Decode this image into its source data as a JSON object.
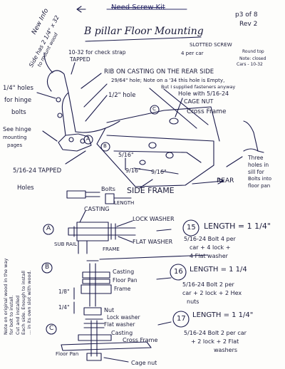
{
  "header": {
    "struck": "Need Screw Kit",
    "page": "p3 of 8",
    "rev": "Rev 2",
    "title": "B pillar   Floor Mounting",
    "new_info": "New Info",
    "side_has": "Side has 2 1/4\" x 32",
    "to_wood": "to mount wood"
  },
  "upper_notes": {
    "check_strap": "10-32 for check strap",
    "tapped": "TAPPED",
    "slotted": "SLOTTED SCREW",
    "round": "Round top",
    "per_car": "4 per car",
    "closed": "Note: closed",
    "cars": "Cars - 10-32",
    "rib": "RIB ON CASTING  ON THE REAR SIDE",
    "hole_note_a": "29/64\" hole; Note on a '34 this hole is Empty,",
    "hole_note_b": "But I supplied fasteners anyway",
    "half_hole": "1/2\" hole",
    "cage_hole_a": "Hole with 5/16-24",
    "cage_hole_b": "CAGE NUT",
    "cross_frame": "Cross Frame",
    "quarter_holes_a": "1/4\" holes",
    "quarter_holes_b": "for hinge",
    "quarter_holes_c": "bolts",
    "hinge_a": "See hinge",
    "hinge_b": "mounting",
    "hinge_c": "pages",
    "three_holes_a": "Three",
    "three_holes_b": "holes in",
    "three_holes_c": "sill for",
    "three_holes_d": "Bolts into",
    "three_holes_e": "floor pan",
    "tapped_516_a": "5/16-24 TAPPED",
    "tapped_516_b": "Holes",
    "bolts": "Bolts",
    "length": "LENGTH",
    "side_frame": "SIDE FRAME",
    "rear": "REAR",
    "dim_516": "5/16\"",
    "dim_916a": "9/16\"",
    "dim_916b": "9/16\"",
    "circle_a": "A",
    "circle_b": "B",
    "circle_c": "C"
  },
  "side_note": {
    "l1": "Note on original wood in the way",
    "l2": "for bolt to install.",
    "l3": "Cut and installed",
    "l4": "Each side. Enough to install",
    "l5": "... in its own slot with wood."
  },
  "sections": {
    "a": {
      "label": "A",
      "casting": "CASTING",
      "lock_washer": "LOCK WASHER",
      "flat_washer": "FLAT WASHER",
      "sub_rail": "SUB RAIL",
      "frame": "FRAME",
      "num": "15",
      "len": "LENGTH = 1 1/4\"",
      "bolt1": "5/16-24 Bolt 4 per",
      "bolt2": "car + 4 lock +",
      "bolt3": "4 Flat washer"
    },
    "b": {
      "label": "B",
      "casting": "Casting",
      "floor_pan": "Floor Pan",
      "frame": "Frame",
      "nut": "Nut",
      "dim_a": "1/8\"",
      "dim_b": "1/4\"",
      "num": "16",
      "len": "LENGTH = 1 1/4",
      "bolt1": "5/16-24 Bolt 2 per",
      "bolt2": "car + 2 lock + 2 Hex",
      "bolt3": "nuts"
    },
    "c": {
      "label": "C",
      "lock_washer": "Lock washer",
      "flat_washer": "Flat washer",
      "casting": "Casting",
      "cross_frame": "Cross Frame",
      "cage_nut": "Cage nut",
      "floor_pan": "Floor Pan",
      "num": "17",
      "len": "LENGTH = 1 1/4\"",
      "bolt1": "5/16-24 Bolt 2 per car",
      "bolt2": "+ 2 lock + 2 Flat",
      "bolt3": "washers"
    }
  }
}
